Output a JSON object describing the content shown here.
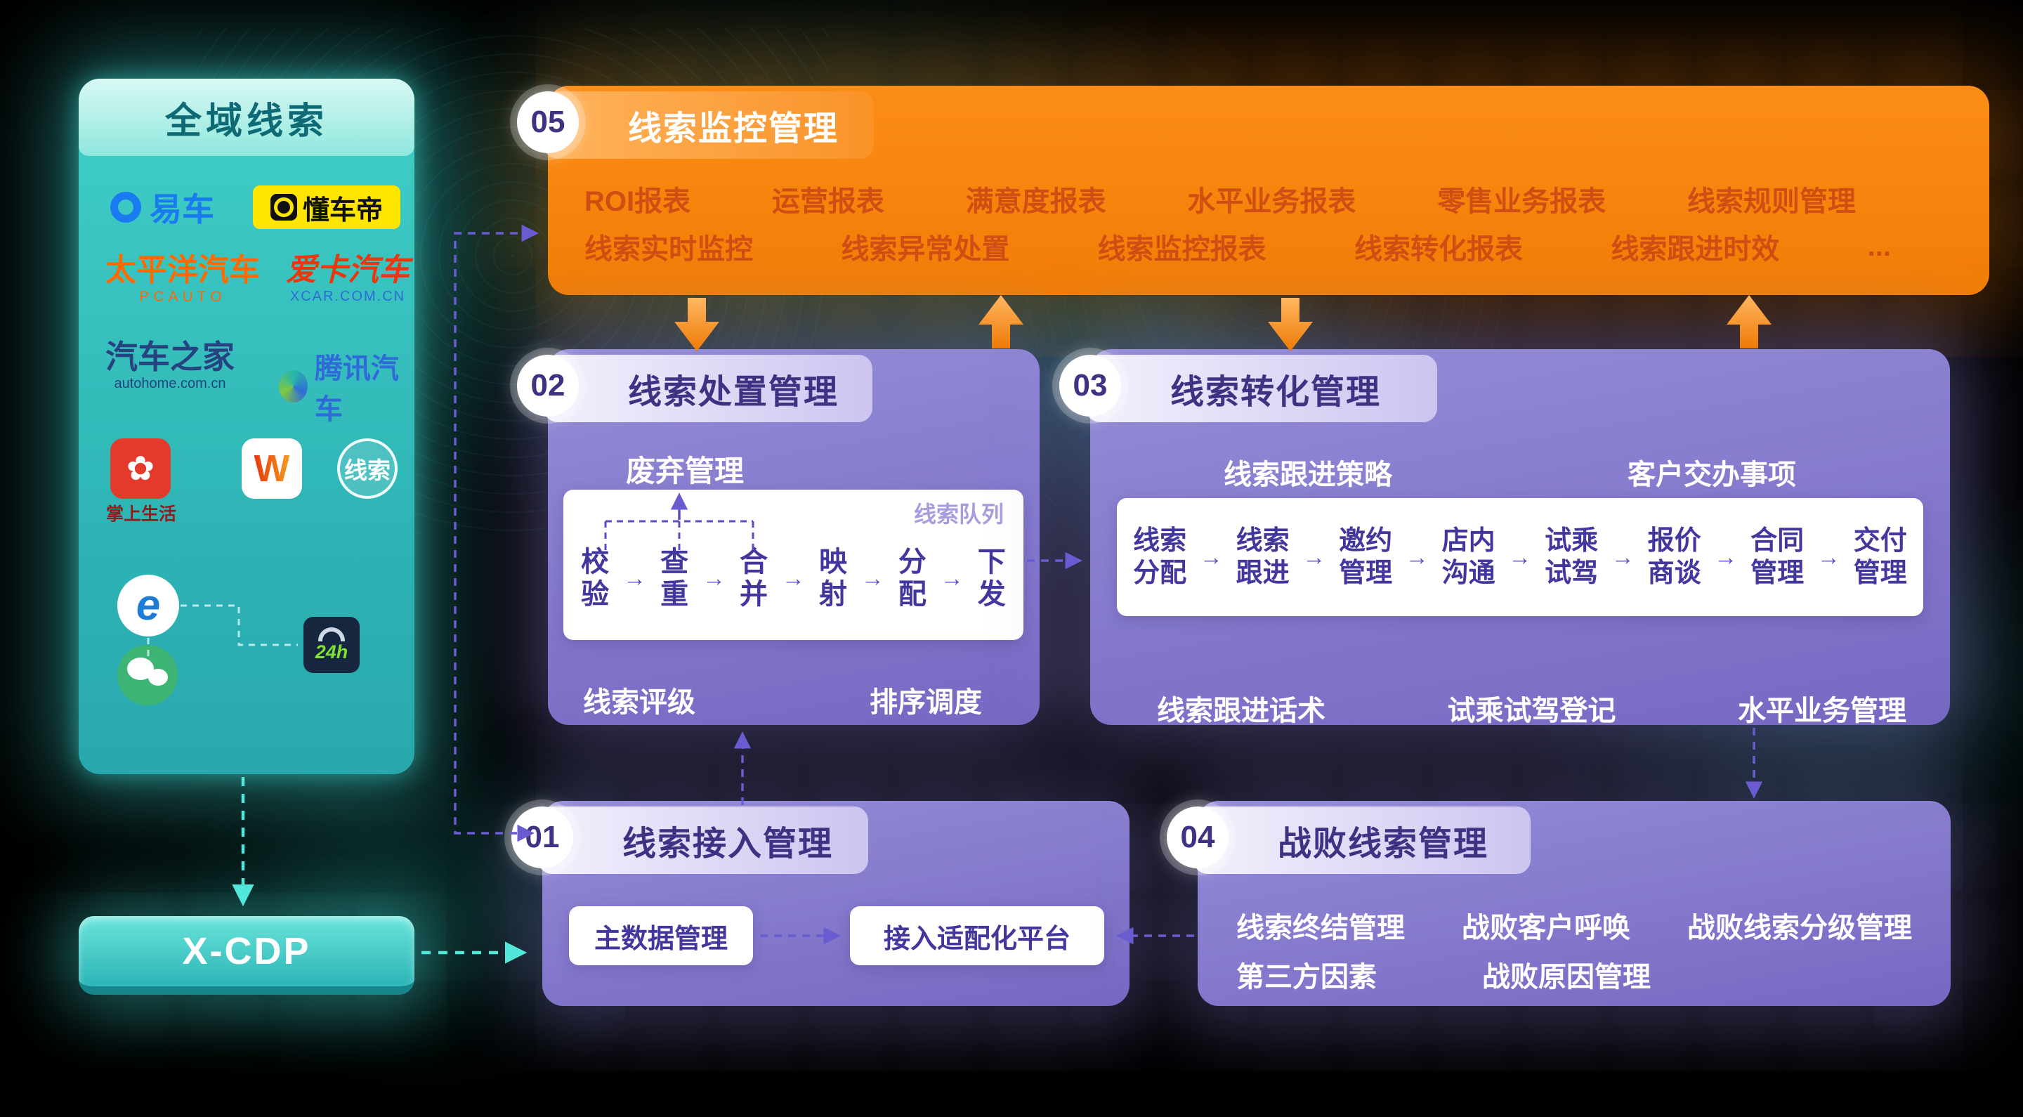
{
  "colors": {
    "teal": "#2fbfbc",
    "orange": "#f5820d",
    "purple": "#7f73c8",
    "indigo_text": "#3d3382",
    "orange_item": "#cf4e13"
  },
  "sources": {
    "title": "全域线索",
    "logos": [
      {
        "id": "yiche",
        "label": "易车"
      },
      {
        "id": "dongchedi",
        "label": "懂车帝"
      },
      {
        "id": "pcauto",
        "label": "太平洋汽车",
        "sub": "PCAUTO"
      },
      {
        "id": "xcar",
        "label": "爱卡汽车",
        "sub": "XCAR.COM.CN"
      },
      {
        "id": "autohome",
        "label": "汽车之家",
        "sub": "autohome.com.cn"
      },
      {
        "id": "tencent-auto",
        "label": "腾讯汽车"
      },
      {
        "id": "zhangshang-shenghuo",
        "label": "掌上生活"
      },
      {
        "id": "w-app",
        "label": "W"
      },
      {
        "id": "xiansuo",
        "label": "线索"
      },
      {
        "id": "ie-browser",
        "label": "e"
      },
      {
        "id": "service-24h",
        "label": "24h"
      },
      {
        "id": "wechat",
        "label": ""
      }
    ]
  },
  "xcdp": {
    "label": "X-CDP"
  },
  "panel05": {
    "number": "05",
    "title": "线索监控管理",
    "row1": [
      "ROI报表",
      "运营报表",
      "满意度报表",
      "水平业务报表",
      "零售业务报表",
      "线索规则管理"
    ],
    "row2": [
      "线索实时监控",
      "线索异常处置",
      "线索监控报表",
      "线索转化报表",
      "线索跟进时效",
      "..."
    ]
  },
  "panel02": {
    "number": "02",
    "title": "线索处置管理",
    "discard": "废弃管理",
    "queue": "线索队列",
    "steps": [
      "校验",
      "查重",
      "合并",
      "映射",
      "分配",
      "下发"
    ],
    "bottom_left": "线索评级",
    "bottom_right": "排序调度"
  },
  "panel03": {
    "number": "03",
    "title": "线索转化管理",
    "top_left": "线索跟进策略",
    "top_right": "客户交办事项",
    "steps": [
      "线索分配",
      "线索跟进",
      "邀约管理",
      "店内沟通",
      "试乘试驾",
      "报价商谈",
      "合同管理",
      "交付管理"
    ],
    "bottom": [
      "线索跟进话术",
      "试乘试驾登记",
      "水平业务管理"
    ]
  },
  "panel01": {
    "number": "01",
    "title": "线索接入管理",
    "box1": "主数据管理",
    "box2": "接入适配化平台"
  },
  "panel04": {
    "number": "04",
    "title": "战败线索管理",
    "row1": [
      "线索终结管理",
      "战败客户呼唤",
      "战败线索分级管理"
    ],
    "row2": [
      "第三方因素",
      "战败原因管理"
    ]
  }
}
